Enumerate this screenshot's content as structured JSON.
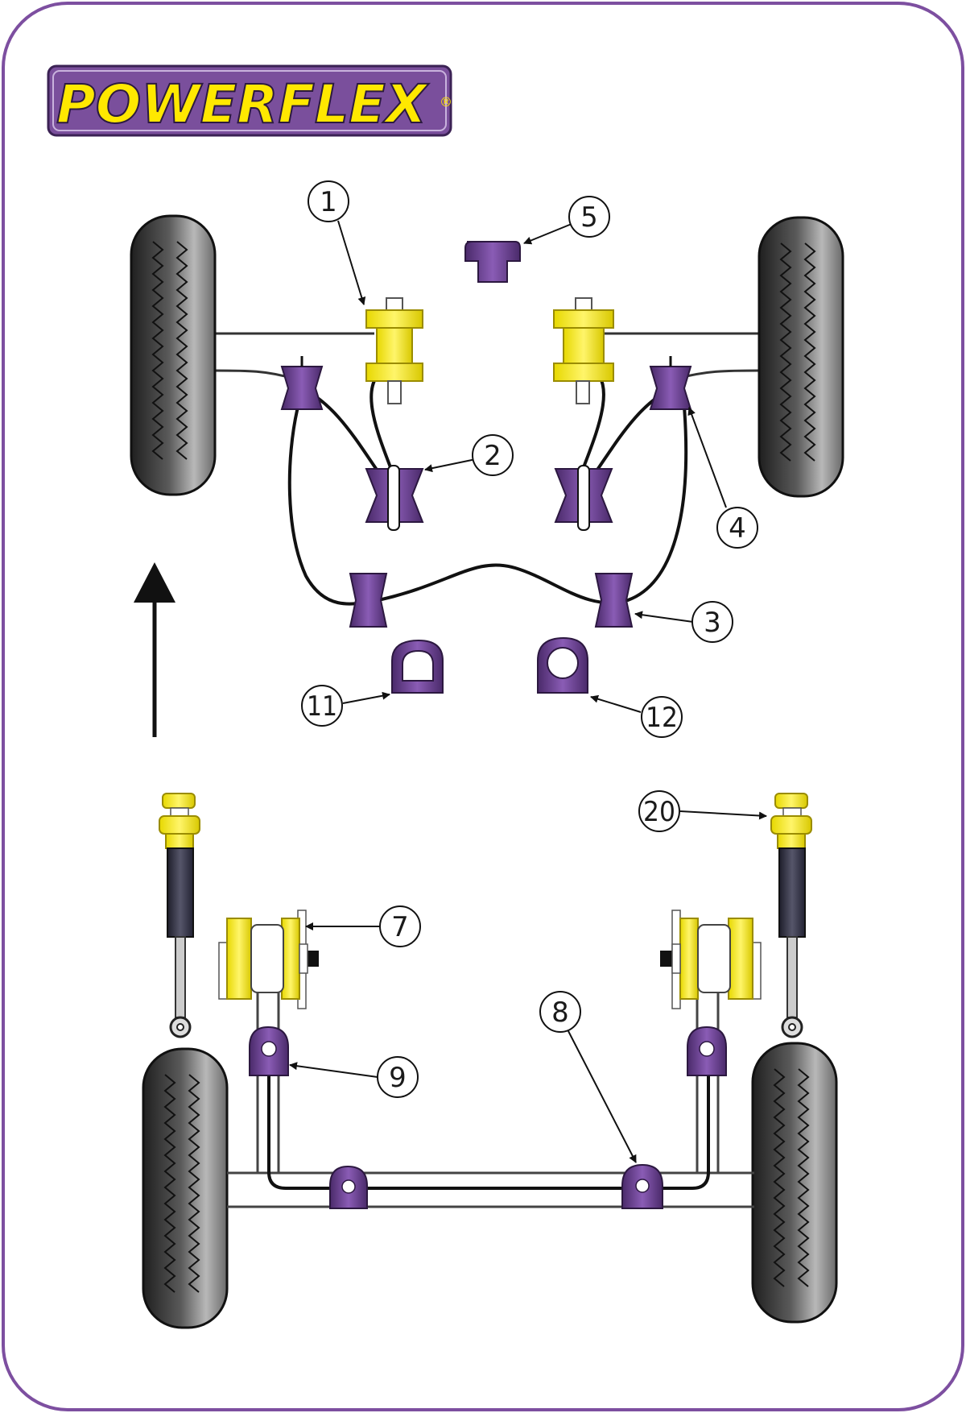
{
  "brand": {
    "name": "POWERFLEX",
    "registered_mark": "®"
  },
  "colors": {
    "frame_border": "#7d4fa0",
    "bush_purple": "#6b3f96",
    "bush_purple_dark": "#432560",
    "bush_yellow": "#fff23a",
    "bush_yellow_dark": "#c8b800",
    "tyre_dark": "#2b2b2b",
    "tyre_light": "#9a9a9a",
    "line": "#111111",
    "logo_bg": "#7a4f9c",
    "logo_text": "#ffe800"
  },
  "callouts": [
    {
      "id": "callout-1",
      "label": "1"
    },
    {
      "id": "callout-2",
      "label": "2"
    },
    {
      "id": "callout-3",
      "label": "3"
    },
    {
      "id": "callout-4",
      "label": "4"
    },
    {
      "id": "callout-5",
      "label": "5"
    },
    {
      "id": "callout-7",
      "label": "7"
    },
    {
      "id": "callout-8",
      "label": "8"
    },
    {
      "id": "callout-9",
      "label": "9"
    },
    {
      "id": "callout-11",
      "label": "11"
    },
    {
      "id": "callout-12",
      "label": "12"
    },
    {
      "id": "callout-20",
      "label": "20"
    }
  ]
}
